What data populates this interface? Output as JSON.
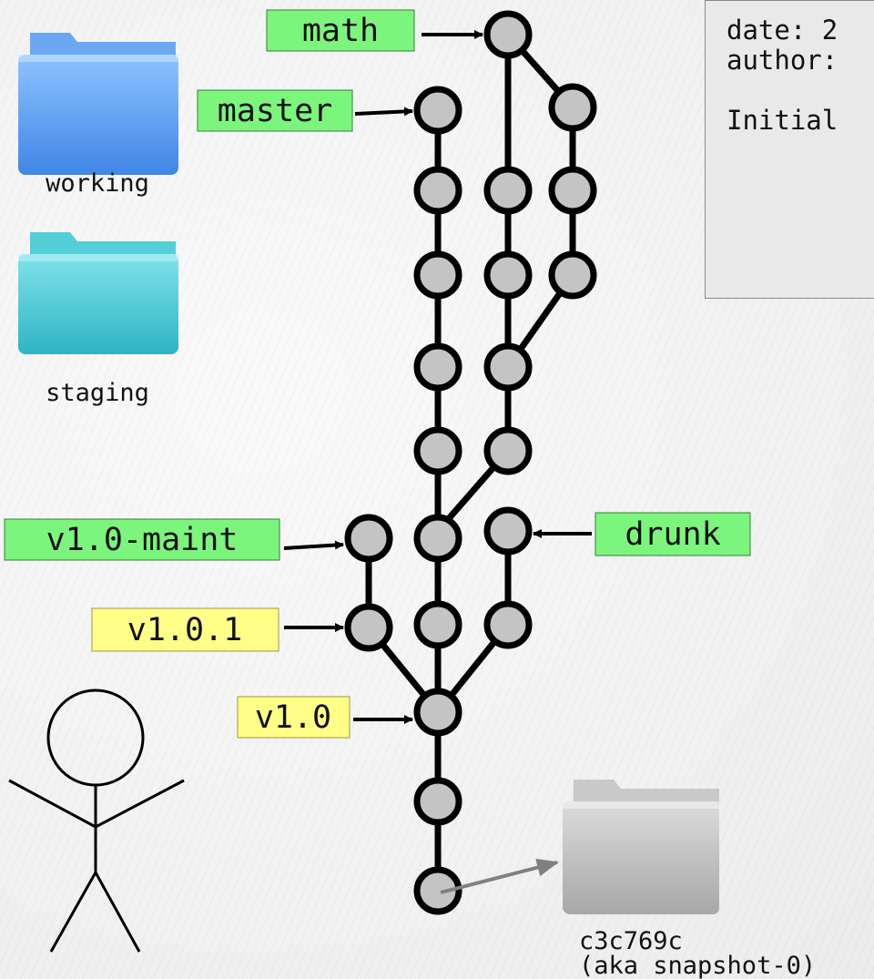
{
  "info": {
    "date": "date: 2",
    "author": "author:",
    "message": "Initial"
  },
  "folders": {
    "working": "working",
    "staging": "staging",
    "snapshot_hash": "c3c769c",
    "snapshot_alias": "(aka snapshot-0)"
  },
  "labels": {
    "math": "math",
    "master": "master",
    "v1_0_maint": "v1.0-maint",
    "drunk": "drunk",
    "v1_0_1": "v1.0.1",
    "v1_0": "v1.0"
  },
  "colors": {
    "branch": "#7cf57c",
    "tag": "#ffff88",
    "commit": "#c4c4c4",
    "working_folder": "#5b9ef0",
    "staging_folder": "#3ec7d4",
    "snapshot_folder": "#b9b9b9"
  }
}
